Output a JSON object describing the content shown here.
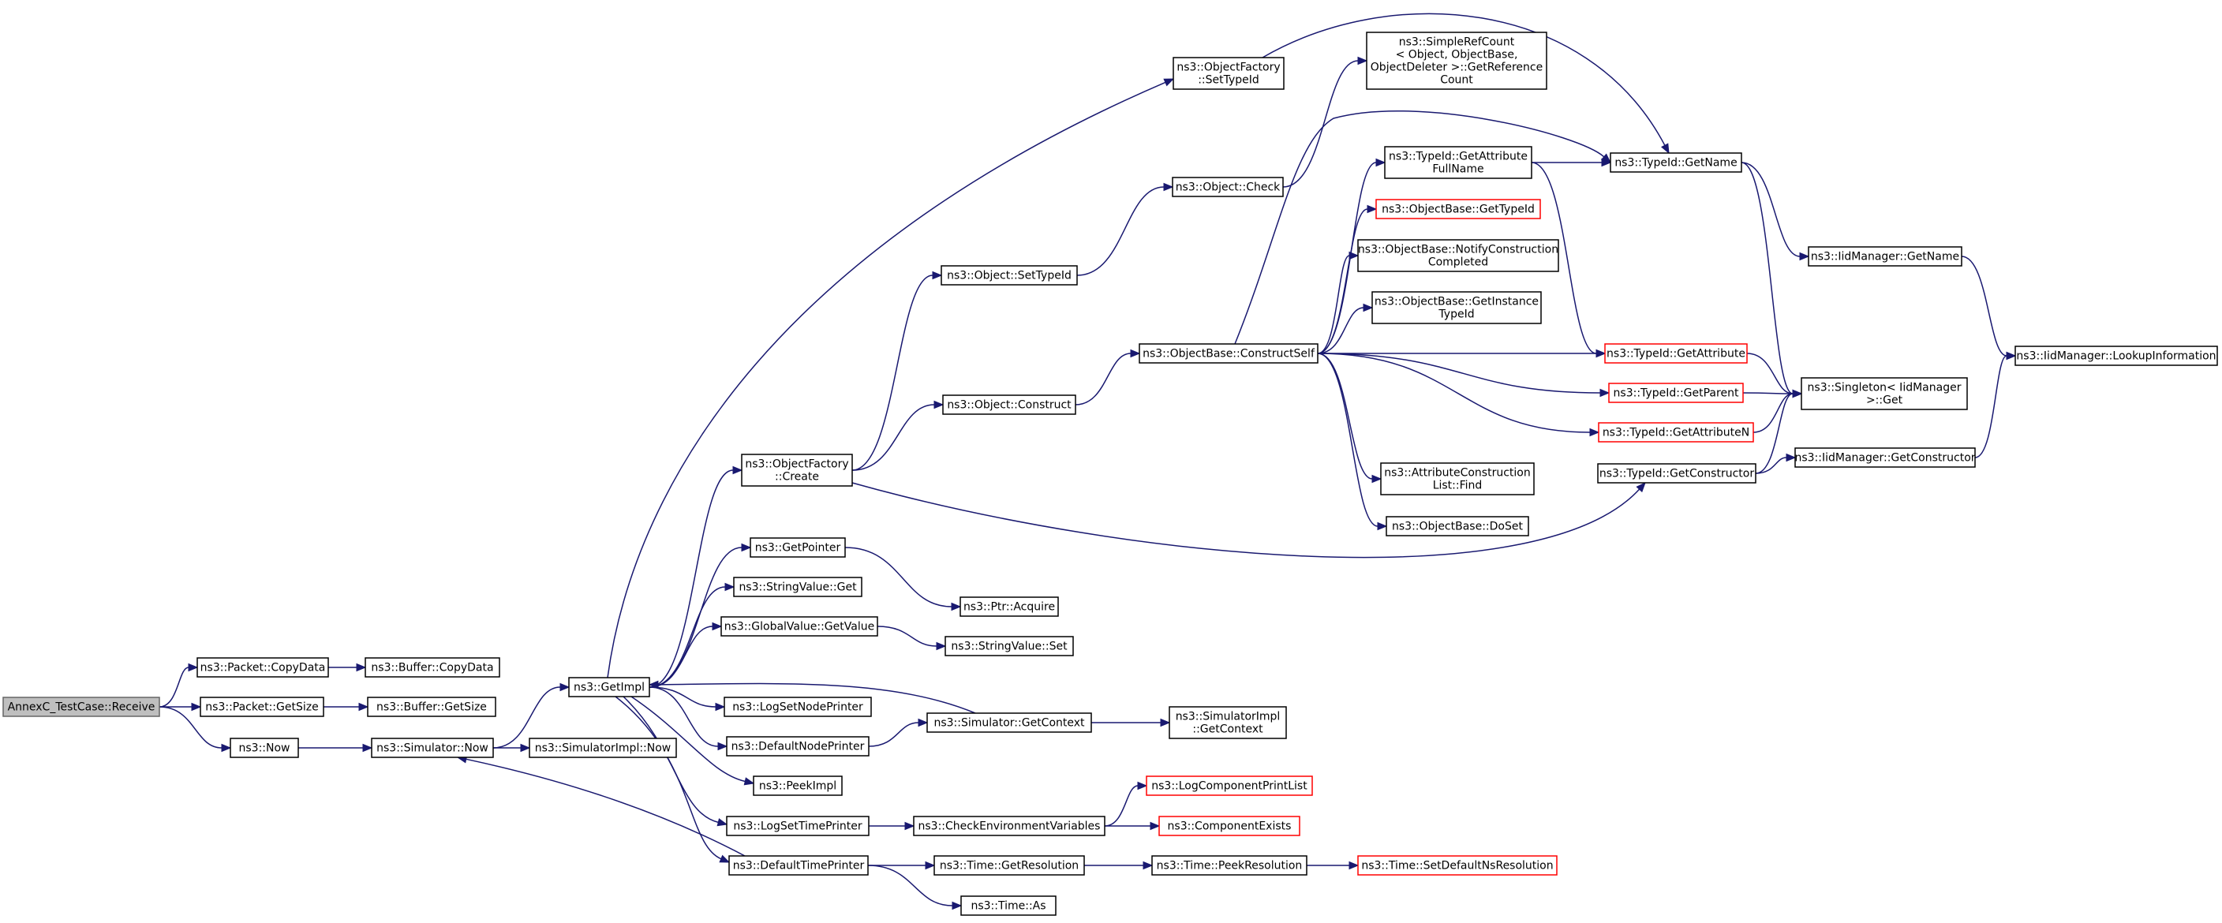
{
  "colors": {
    "edge": "#191970",
    "node_border": "#000000",
    "truncated_border": "#ff0000",
    "root_fill": "#bfbfbf",
    "root_border": "#666666",
    "background": "#ffffff"
  },
  "nodes": [
    {
      "id": "root",
      "lines": [
        "AnnexC_TestCase::Receive"
      ],
      "style": "root"
    },
    {
      "id": "packet_copydata",
      "lines": [
        "ns3::Packet::CopyData"
      ]
    },
    {
      "id": "buffer_copydata",
      "lines": [
        "ns3::Buffer::CopyData"
      ]
    },
    {
      "id": "packet_getsize",
      "lines": [
        "ns3::Packet::GetSize"
      ]
    },
    {
      "id": "buffer_getsize",
      "lines": [
        "ns3::Buffer::GetSize"
      ]
    },
    {
      "id": "now",
      "lines": [
        "ns3::Now"
      ]
    },
    {
      "id": "sim_now",
      "lines": [
        "ns3::Simulator::Now"
      ]
    },
    {
      "id": "simimpl_now",
      "lines": [
        "ns3::SimulatorImpl::Now"
      ]
    },
    {
      "id": "getimpl",
      "lines": [
        "ns3::GetImpl"
      ]
    },
    {
      "id": "of_settypeid",
      "lines": [
        "ns3::ObjectFactory",
        "::SetTypeId"
      ]
    },
    {
      "id": "simplerefcount",
      "lines": [
        "ns3::SimpleRefCount",
        "< Object, ObjectBase,",
        "ObjectDeleter >::GetReference",
        "Count"
      ]
    },
    {
      "id": "obj_check",
      "lines": [
        "ns3::Object::Check"
      ]
    },
    {
      "id": "obj_settypeid",
      "lines": [
        "ns3::Object::SetTypeId"
      ]
    },
    {
      "id": "obj_construct",
      "lines": [
        "ns3::Object::Construct"
      ]
    },
    {
      "id": "of_create",
      "lines": [
        "ns3::ObjectFactory",
        "::Create"
      ]
    },
    {
      "id": "getpointer",
      "lines": [
        "ns3::GetPointer"
      ]
    },
    {
      "id": "ptr_acquire",
      "lines": [
        "ns3::Ptr::Acquire"
      ]
    },
    {
      "id": "stringvalue_get",
      "lines": [
        "ns3::StringValue::Get"
      ]
    },
    {
      "id": "gv_getvalue",
      "lines": [
        "ns3::GlobalValue::GetValue"
      ]
    },
    {
      "id": "stringvalue_set",
      "lines": [
        "ns3::StringValue::Set"
      ]
    },
    {
      "id": "logsetnodeprinter",
      "lines": [
        "ns3::LogSetNodePrinter"
      ]
    },
    {
      "id": "defaultnodeprinter",
      "lines": [
        "ns3::DefaultNodePrinter"
      ]
    },
    {
      "id": "sim_getcontext",
      "lines": [
        "ns3::Simulator::GetContext"
      ]
    },
    {
      "id": "simimpl_getcontext",
      "lines": [
        "ns3::SimulatorImpl",
        "::GetContext"
      ]
    },
    {
      "id": "peekimpl",
      "lines": [
        "ns3::PeekImpl"
      ]
    },
    {
      "id": "logsettimeprinter",
      "lines": [
        "ns3::LogSetTimePrinter"
      ]
    },
    {
      "id": "checkenv",
      "lines": [
        "ns3::CheckEnvironmentVariables"
      ]
    },
    {
      "id": "logcompprintlist",
      "lines": [
        "ns3::LogComponentPrintList"
      ],
      "style": "trunc"
    },
    {
      "id": "componentexists",
      "lines": [
        "ns3::ComponentExists"
      ],
      "style": "trunc"
    },
    {
      "id": "defaulttimeprinter",
      "lines": [
        "ns3::DefaultTimePrinter"
      ]
    },
    {
      "id": "time_getres",
      "lines": [
        "ns3::Time::GetResolution"
      ]
    },
    {
      "id": "time_peekres",
      "lines": [
        "ns3::Time::PeekResolution"
      ]
    },
    {
      "id": "time_setdefns",
      "lines": [
        "ns3::Time::SetDefaultNsResolution"
      ],
      "style": "trunc"
    },
    {
      "id": "time_as",
      "lines": [
        "ns3::Time::As"
      ]
    },
    {
      "id": "ob_constructself",
      "lines": [
        "ns3::ObjectBase::ConstructSelf"
      ]
    },
    {
      "id": "tid_getattrfullname",
      "lines": [
        "ns3::TypeId::GetAttribute",
        "FullName"
      ]
    },
    {
      "id": "ob_gettypeid",
      "lines": [
        "ns3::ObjectBase::GetTypeId"
      ],
      "style": "trunc"
    },
    {
      "id": "ob_notify",
      "lines": [
        "ns3::ObjectBase::NotifyConstruction",
        "Completed"
      ]
    },
    {
      "id": "ob_getinstance",
      "lines": [
        "ns3::ObjectBase::GetInstance",
        "TypeId"
      ]
    },
    {
      "id": "acl_find",
      "lines": [
        "ns3::AttributeConstruction",
        "List::Find"
      ]
    },
    {
      "id": "ob_doset",
      "lines": [
        "ns3::ObjectBase::DoSet"
      ]
    },
    {
      "id": "tid_getname",
      "lines": [
        "ns3::TypeId::GetName"
      ]
    },
    {
      "id": "tid_getattribute",
      "lines": [
        "ns3::TypeId::GetAttribute"
      ],
      "style": "trunc"
    },
    {
      "id": "tid_getparent",
      "lines": [
        "ns3::TypeId::GetParent"
      ],
      "style": "trunc"
    },
    {
      "id": "tid_getattributen",
      "lines": [
        "ns3::TypeId::GetAttributeN"
      ],
      "style": "trunc"
    },
    {
      "id": "tid_getconstructor",
      "lines": [
        "ns3::TypeId::GetConstructor"
      ]
    },
    {
      "id": "iid_getname",
      "lines": [
        "ns3::IidManager::GetName"
      ]
    },
    {
      "id": "singleton_get",
      "lines": [
        "ns3::Singleton< IidManager",
        " >::Get"
      ]
    },
    {
      "id": "iid_getconstructor",
      "lines": [
        "ns3::IidManager::GetConstructor"
      ]
    },
    {
      "id": "iid_lookup",
      "lines": [
        "ns3::IidManager::LookupInformation"
      ]
    }
  ],
  "edges": [
    [
      "root",
      "packet_copydata"
    ],
    [
      "root",
      "packet_getsize"
    ],
    [
      "root",
      "now"
    ],
    [
      "packet_copydata",
      "buffer_copydata"
    ],
    [
      "packet_getsize",
      "buffer_getsize"
    ],
    [
      "now",
      "sim_now"
    ],
    [
      "sim_now",
      "getimpl"
    ],
    [
      "sim_now",
      "simimpl_now"
    ],
    [
      "getimpl",
      "of_settypeid"
    ],
    [
      "getimpl",
      "of_create"
    ],
    [
      "getimpl",
      "getpointer"
    ],
    [
      "getimpl",
      "stringvalue_get"
    ],
    [
      "getimpl",
      "gv_getvalue"
    ],
    [
      "getimpl",
      "logsetnodeprinter"
    ],
    [
      "getimpl",
      "defaultnodeprinter"
    ],
    [
      "getimpl",
      "peekimpl"
    ],
    [
      "getimpl",
      "logsettimeprinter"
    ],
    [
      "getimpl",
      "defaulttimeprinter"
    ],
    [
      "of_settypeid",
      "tid_getname"
    ],
    [
      "of_create",
      "obj_settypeid"
    ],
    [
      "of_create",
      "obj_construct"
    ],
    [
      "of_create",
      "tid_getconstructor"
    ],
    [
      "obj_settypeid",
      "obj_check"
    ],
    [
      "obj_check",
      "simplerefcount"
    ],
    [
      "obj_construct",
      "ob_constructself"
    ],
    [
      "getpointer",
      "ptr_acquire"
    ],
    [
      "gv_getvalue",
      "stringvalue_set"
    ],
    [
      "defaultnodeprinter",
      "sim_getcontext"
    ],
    [
      "sim_getcontext",
      "getimpl"
    ],
    [
      "sim_getcontext",
      "simimpl_getcontext"
    ],
    [
      "logsettimeprinter",
      "checkenv"
    ],
    [
      "checkenv",
      "logcompprintlist"
    ],
    [
      "checkenv",
      "componentexists"
    ],
    [
      "defaulttimeprinter",
      "sim_now"
    ],
    [
      "defaulttimeprinter",
      "time_getres"
    ],
    [
      "defaulttimeprinter",
      "time_as"
    ],
    [
      "time_getres",
      "time_peekres"
    ],
    [
      "time_peekres",
      "time_setdefns"
    ],
    [
      "ob_constructself",
      "tid_getname"
    ],
    [
      "ob_constructself",
      "tid_getattrfullname"
    ],
    [
      "ob_constructself",
      "ob_gettypeid"
    ],
    [
      "ob_constructself",
      "ob_notify"
    ],
    [
      "ob_constructself",
      "ob_getinstance"
    ],
    [
      "ob_constructself",
      "tid_getattribute"
    ],
    [
      "ob_constructself",
      "tid_getparent"
    ],
    [
      "ob_constructself",
      "tid_getattributen"
    ],
    [
      "ob_constructself",
      "acl_find"
    ],
    [
      "ob_constructself",
      "ob_doset"
    ],
    [
      "tid_getattrfullname",
      "tid_getname"
    ],
    [
      "tid_getattrfullname",
      "tid_getattribute"
    ],
    [
      "tid_getname",
      "iid_getname"
    ],
    [
      "tid_getname",
      "singleton_get"
    ],
    [
      "tid_getattribute",
      "singleton_get"
    ],
    [
      "tid_getparent",
      "singleton_get"
    ],
    [
      "tid_getattributen",
      "singleton_get"
    ],
    [
      "tid_getconstructor",
      "singleton_get"
    ],
    [
      "tid_getconstructor",
      "iid_getconstructor"
    ],
    [
      "iid_getname",
      "iid_lookup"
    ],
    [
      "iid_getconstructor",
      "iid_lookup"
    ]
  ]
}
